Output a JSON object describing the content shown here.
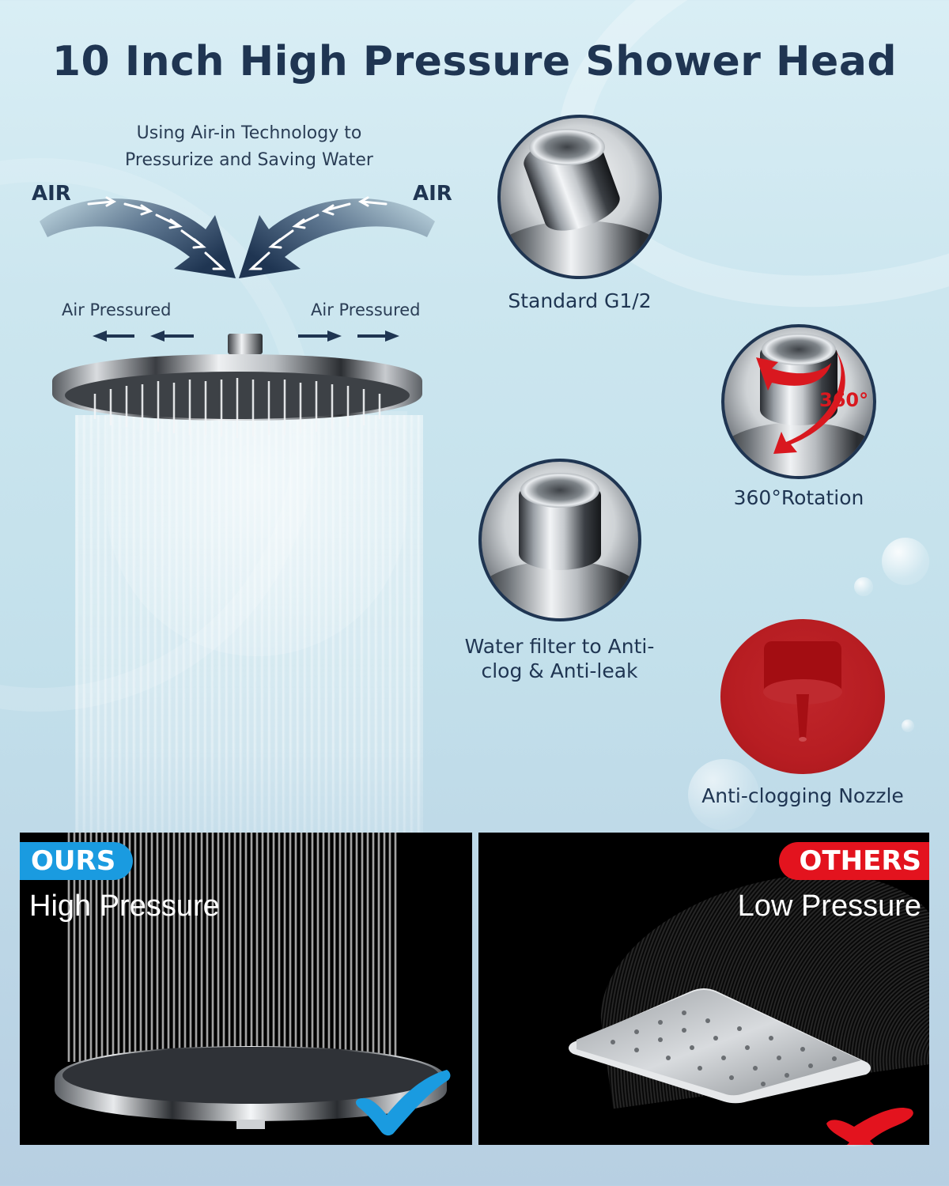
{
  "header": {
    "title": "10 Inch High Pressure Shower Head"
  },
  "technology": {
    "description_line1": "Using Air-in Technology to",
    "description_line2": "Pressurize and Saving Water",
    "air_left": "AIR",
    "air_right": "AIR",
    "pressured_left": "Air Pressured",
    "pressured_right": "Air Pressured"
  },
  "features": [
    {
      "label": "Standard G1/2",
      "icon": "g12-connector-icon"
    },
    {
      "label": "360°Rotation",
      "icon": "rotation-360-icon",
      "badge": "360°"
    },
    {
      "label_line1": "Water filter to Anti-",
      "label_line2": "clog & Anti-leak",
      "icon": "water-filter-icon"
    },
    {
      "label": "Anti-clogging Nozzle",
      "icon": "nozzle-icon"
    }
  ],
  "comparison": {
    "ours": {
      "badge": "OURS",
      "subtitle": "High Pressure",
      "mark": "checkmark-icon"
    },
    "others": {
      "badge": "OTHERS",
      "subtitle": "Low Pressure",
      "mark": "cross-icon"
    }
  },
  "colors": {
    "navy": "#1f3552",
    "ours_blue": "#1a9be0",
    "others_red": "#e3131e",
    "nozzle_red": "#b71d22",
    "background": "#cce6ef"
  }
}
